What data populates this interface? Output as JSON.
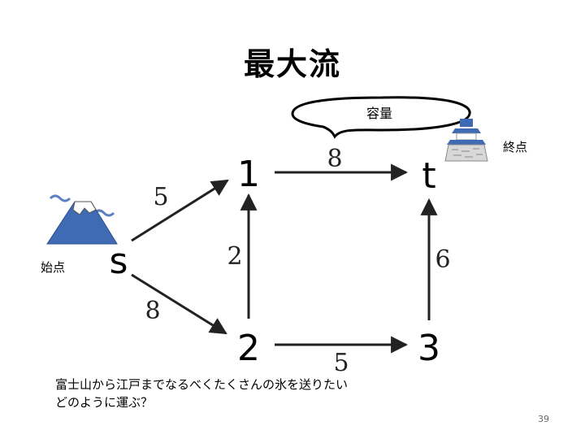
{
  "title": "最大流",
  "bubble": "容量",
  "start_label": "始点",
  "end_label": "終点",
  "nodes": {
    "s": "s",
    "n1": "1",
    "n2": "2",
    "n3": "3",
    "t": "t"
  },
  "edges": {
    "s_1": "5",
    "s_2": "8",
    "n2_n1": "2",
    "n1_t": "8",
    "n2_n3": "5",
    "n3_t": "6"
  },
  "question_line1": "富士山から江戸までなるべくたくさんの氷を送りたい",
  "question_line2": "どのように運ぶ？",
  "page_number": "39"
}
